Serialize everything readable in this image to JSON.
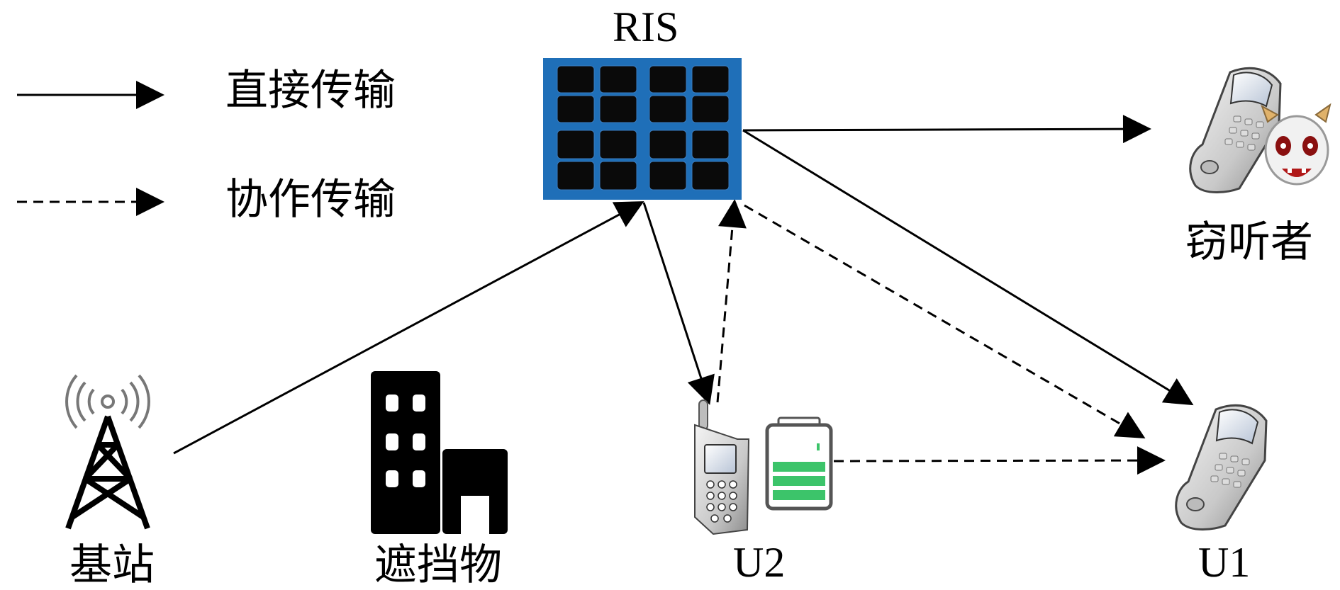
{
  "legend": {
    "direct": "直接传输",
    "cooperative": "协作传输"
  },
  "nodes": {
    "ris": "RIS",
    "base_station": "基站",
    "obstacle": "遮挡物",
    "u2": "U2",
    "u1": "U1",
    "eavesdropper": "窃听者"
  },
  "colors": {
    "ris_frame": "#1f6fb8",
    "ris_cell": "#0a0a0a",
    "battery_level": "#3cc46a",
    "phone_gray": "#bdbdbd",
    "line": "#000000"
  }
}
